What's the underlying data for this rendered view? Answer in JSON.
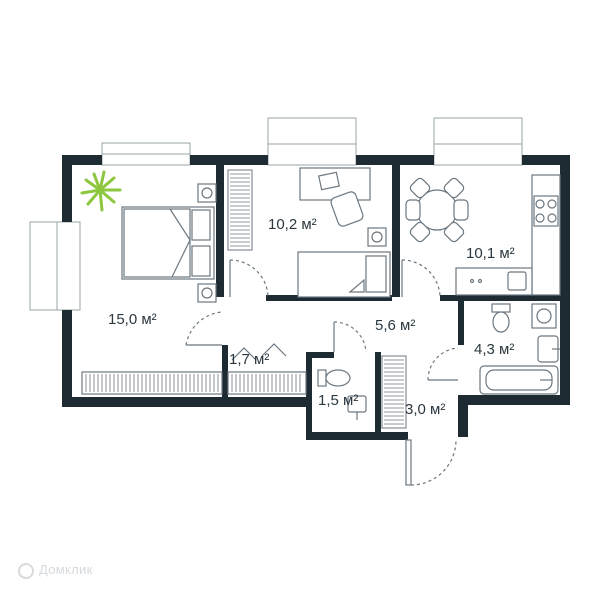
{
  "rooms": {
    "bedroom": "15,0 м²",
    "study": "10,2 м²",
    "kitchen": "10,1 м²",
    "hall": "5,6 м²",
    "closet": "1,7 м²",
    "bathroom": "4,3 м²",
    "toilet": "1,5 м²",
    "entry": "3,0 м²"
  },
  "watermark": "Домклик",
  "colors": {
    "wall": "#1f2b33",
    "furniture_line": "#6b7780",
    "plant": "#8dc63f",
    "label": "#2b3840"
  }
}
